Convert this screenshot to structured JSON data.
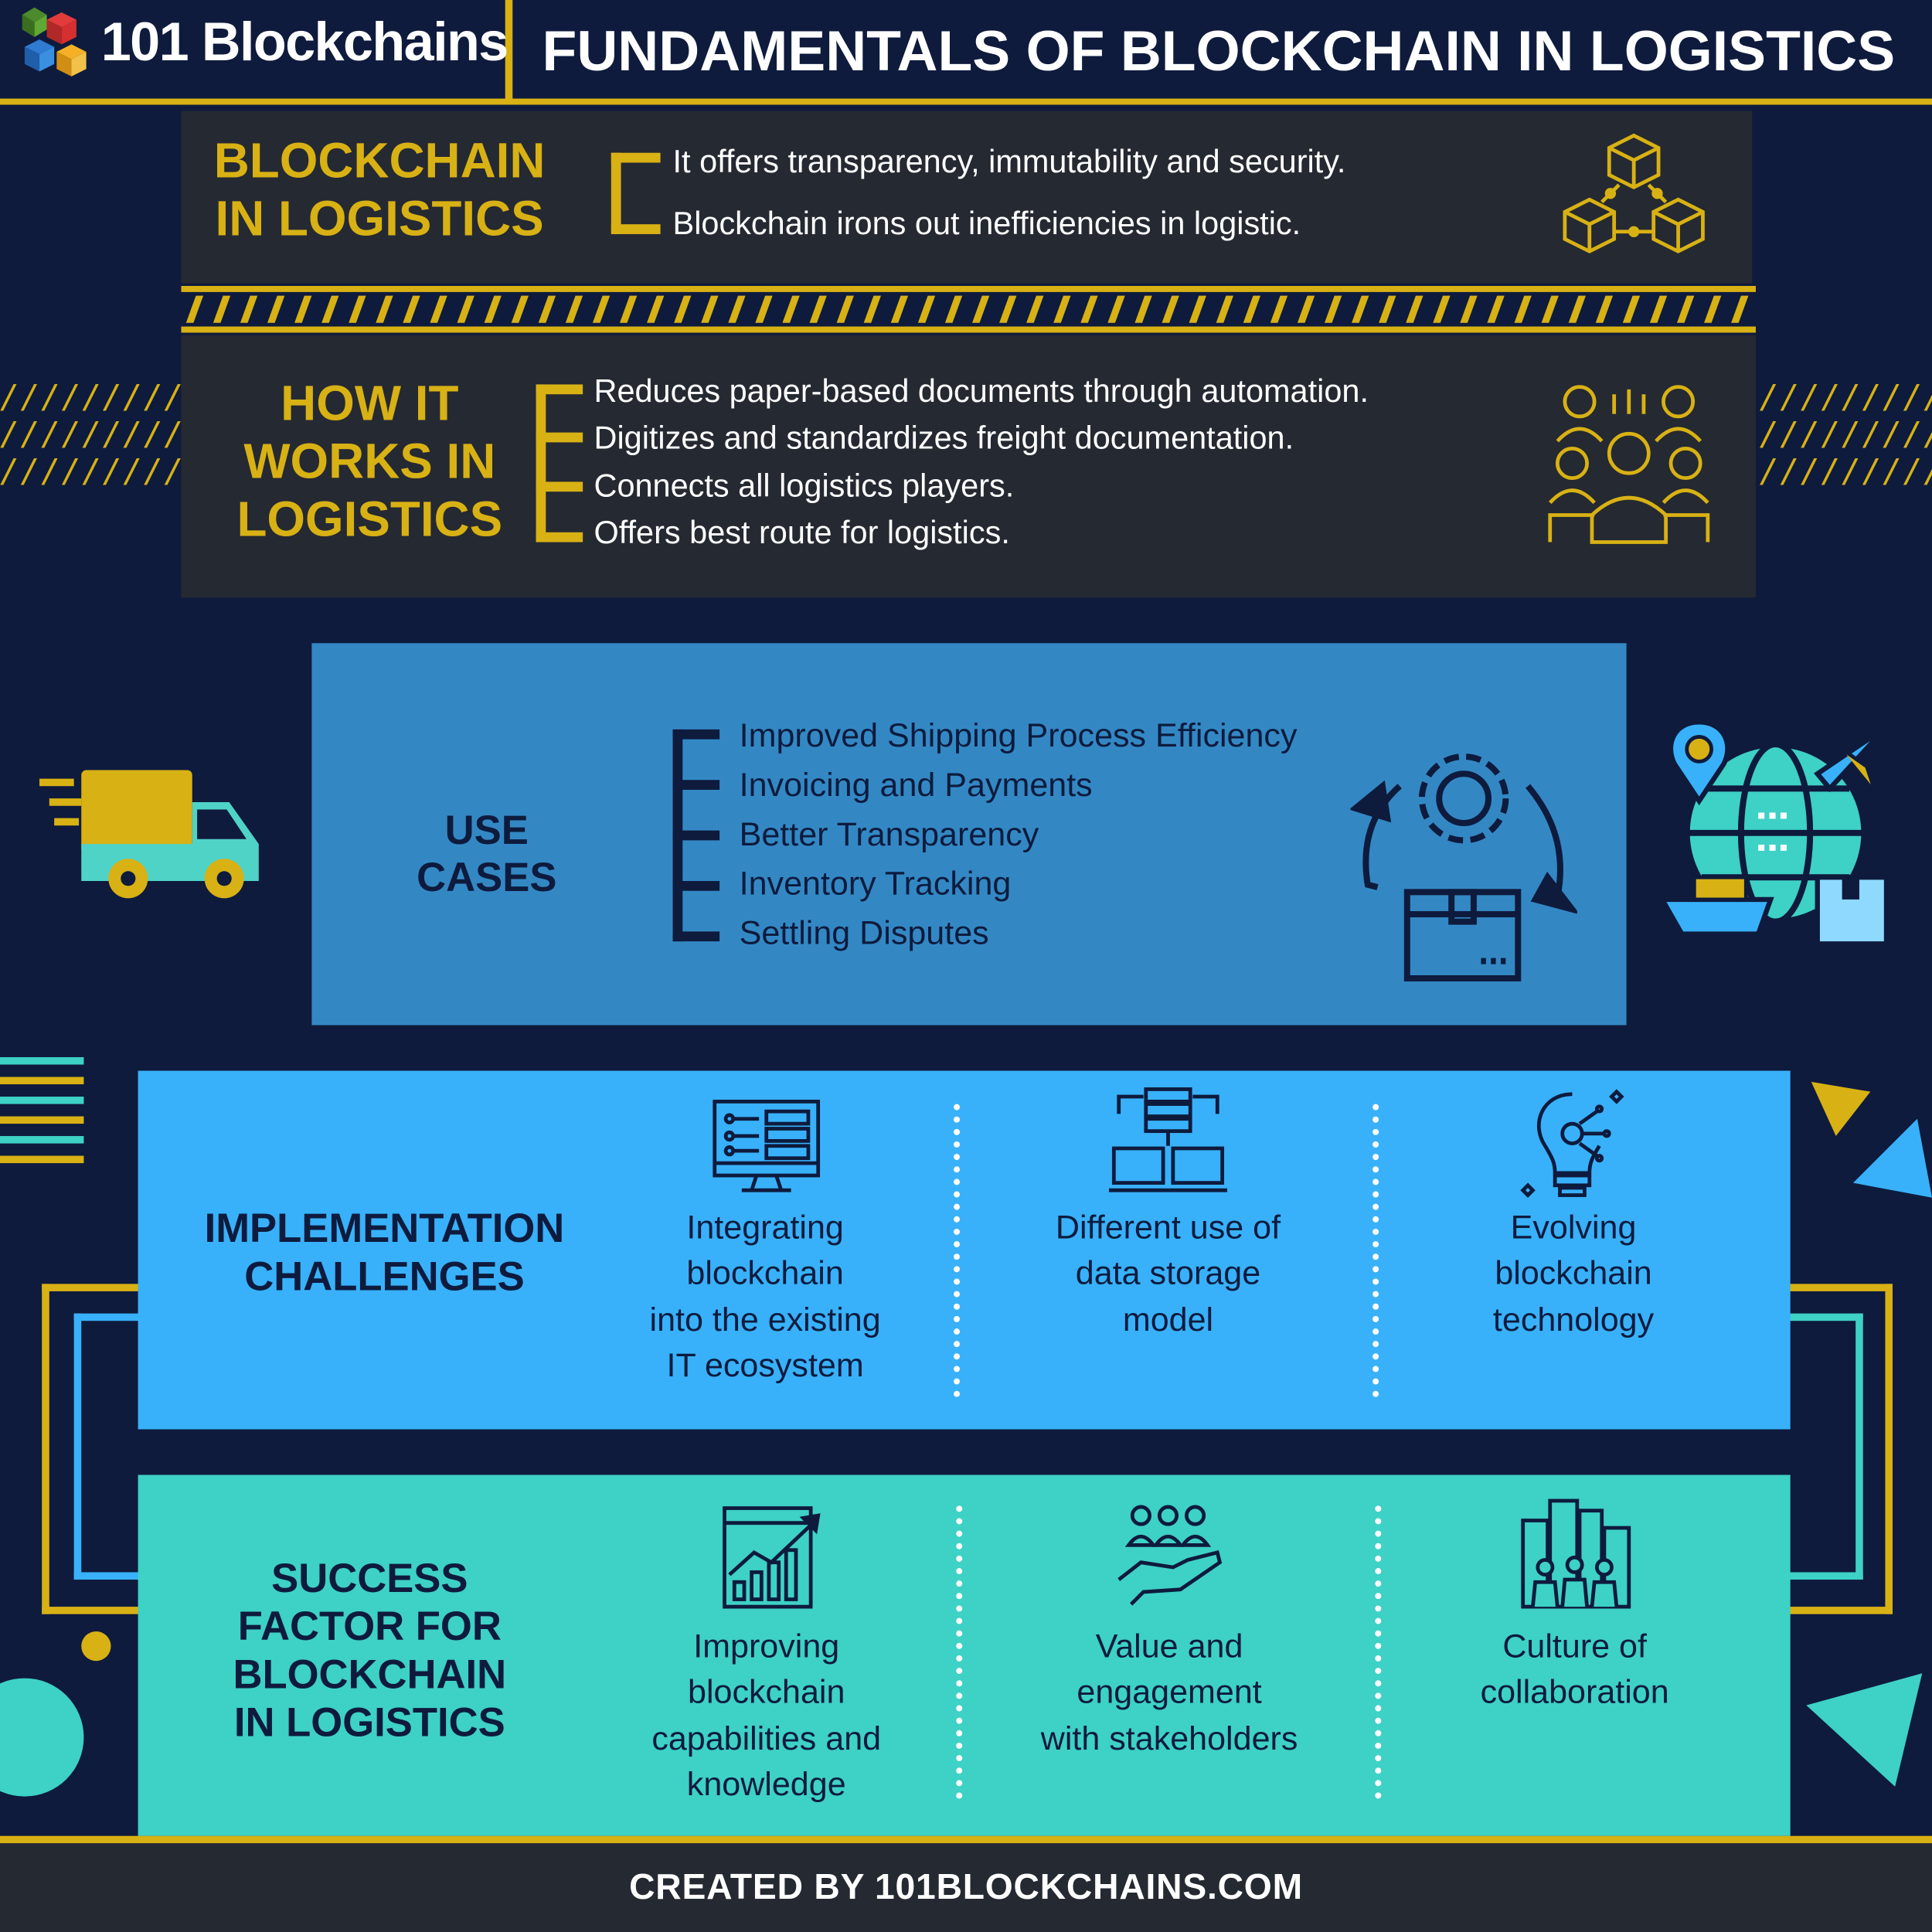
{
  "header": {
    "logo_text": "101 Blockchains",
    "title": "FUNDAMENTALS OF BLOCKCHAIN IN LOGISTICS"
  },
  "section_blockchain": {
    "title_line1": "BLOCKCHAIN",
    "title_line2": "IN LOGISTICS",
    "points": [
      "It offers transparency, immutability and security.",
      "Blockchain irons out inefficiencies in logistic."
    ],
    "icon": "blockchain-network-icon"
  },
  "section_how": {
    "title_line1": "HOW IT",
    "title_line2": "WORKS IN",
    "title_line3": "LOGISTICS",
    "points": [
      "Reduces paper-based documents through automation.",
      "Digitizes and standardizes freight documentation.",
      "Connects all logistics players.",
      "Offers best route for logistics."
    ],
    "icon": "connected-people-icon"
  },
  "section_use_cases": {
    "title": "USE CASES",
    "items": [
      "Improved Shipping Process Efficiency",
      "Invoicing and Payments",
      "Better Transparency",
      "Inventory Tracking",
      "Settling Disputes"
    ],
    "icon": "gear-package-cycle-icon"
  },
  "section_challenges": {
    "title_line1": "IMPLEMENTATION",
    "title_line2": "CHALLENGES",
    "columns": [
      {
        "icon": "monitor-network-icon",
        "lines": [
          "Integrating",
          "blockchain",
          "into the existing",
          "IT ecosystem"
        ]
      },
      {
        "icon": "data-storage-icon",
        "lines": [
          "Different use of",
          "data storage",
          "model"
        ]
      },
      {
        "icon": "lightbulb-tech-icon",
        "lines": [
          "Evolving",
          "blockchain",
          "technology"
        ]
      }
    ]
  },
  "section_success": {
    "title_line1": "SUCCESS",
    "title_line2": "FACTOR FOR",
    "title_line3": "BLOCKCHAIN",
    "title_line4": "IN LOGISTICS",
    "columns": [
      {
        "icon": "growth-chart-icon",
        "lines": [
          "Improving",
          "blockchain",
          "capabilities and",
          "knowledge"
        ]
      },
      {
        "icon": "hand-group-icon",
        "lines": [
          "Value and",
          "engagement",
          "with stakeholders"
        ]
      },
      {
        "icon": "city-people-icon",
        "lines": [
          "Culture of",
          "collaboration"
        ]
      }
    ]
  },
  "footer": {
    "text": "CREATED BY 101BLOCKCHAINS.COM"
  },
  "colors": {
    "background": "#0e1b3d",
    "accent_yellow": "#d8b114",
    "dark_panel": "#252932",
    "use_case_blue": "#3388c4",
    "challenges_blue": "#38b1fa",
    "success_teal": "#3ed1c6"
  }
}
